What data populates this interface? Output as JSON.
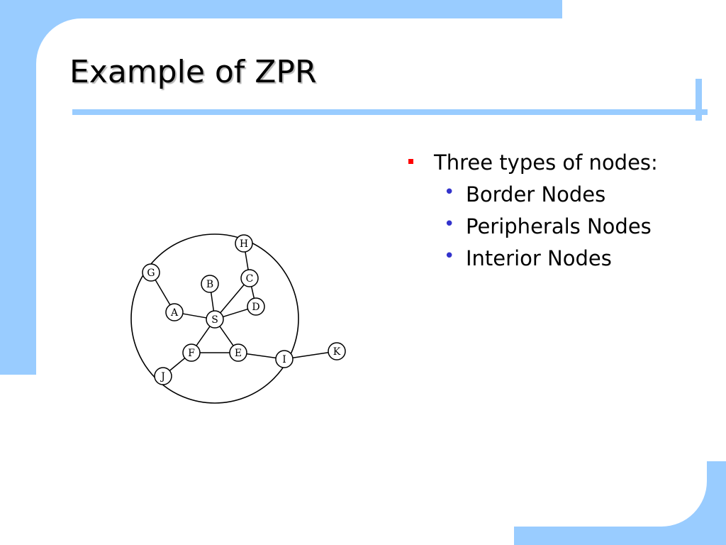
{
  "title": "Example of ZPR",
  "bullets": {
    "main": "Three types of nodes:",
    "sub": [
      "Border Nodes",
      "Peripherals Nodes",
      "Interior Nodes"
    ]
  },
  "colors": {
    "accent": "#99ccff",
    "bullet_main": "#ff0000",
    "bullet_sub": "#3333cc"
  },
  "diagram": {
    "nodes": [
      {
        "id": "G",
        "label": "G"
      },
      {
        "id": "A",
        "label": "A"
      },
      {
        "id": "B",
        "label": "B"
      },
      {
        "id": "S",
        "label": "S"
      },
      {
        "id": "H",
        "label": "H"
      },
      {
        "id": "C",
        "label": "C"
      },
      {
        "id": "D",
        "label": "D"
      },
      {
        "id": "F",
        "label": "F"
      },
      {
        "id": "E",
        "label": "E"
      },
      {
        "id": "J",
        "label": "J"
      },
      {
        "id": "I",
        "label": "I"
      },
      {
        "id": "K",
        "label": "K"
      }
    ],
    "edges": [
      [
        "G",
        "A"
      ],
      [
        "A",
        "S"
      ],
      [
        "B",
        "S"
      ],
      [
        "S",
        "C"
      ],
      [
        "S",
        "D"
      ],
      [
        "H",
        "C"
      ],
      [
        "C",
        "D"
      ],
      [
        "S",
        "F"
      ],
      [
        "S",
        "E"
      ],
      [
        "F",
        "J"
      ],
      [
        "F",
        "E"
      ],
      [
        "E",
        "I"
      ],
      [
        "I",
        "K"
      ]
    ]
  }
}
